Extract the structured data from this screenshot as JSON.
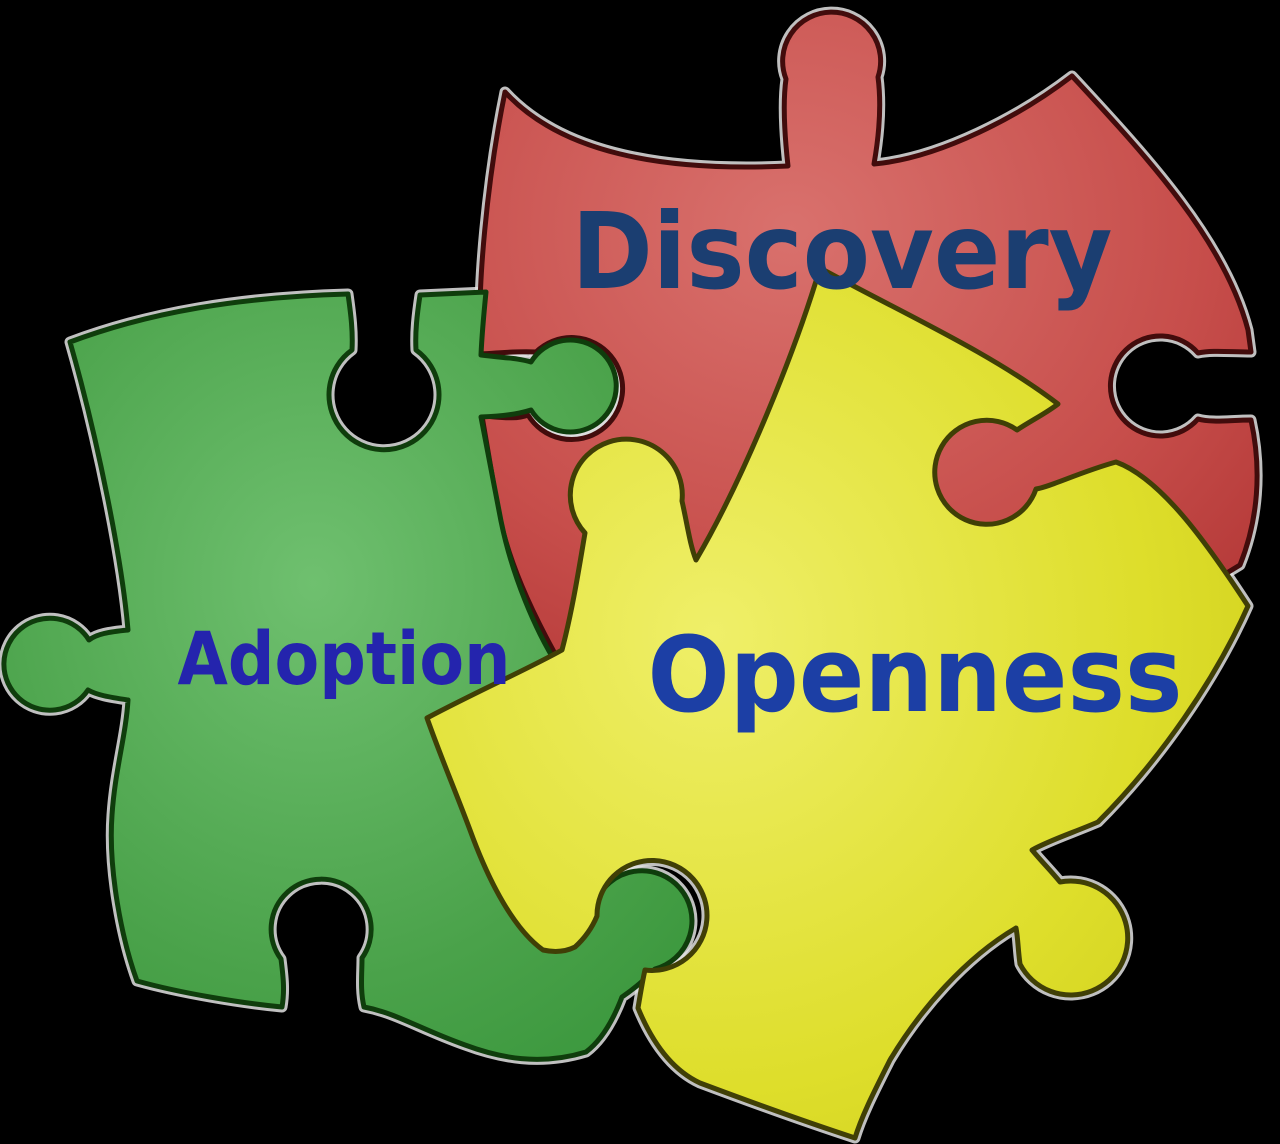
{
  "image": {
    "type": "puzzle-pieces-diagram",
    "background_color": "#000000",
    "description": "Three interlocking jigsaw puzzle pieces labeled Discovery, Adoption and Openness"
  },
  "pieces": [
    {
      "id": "discovery",
      "label": "Discovery",
      "position": "top-right",
      "fill_color": "#c74e4b",
      "outline_color": "#420c0c",
      "text_color": "#1b3e71"
    },
    {
      "id": "adoption",
      "label": "Adoption",
      "position": "left",
      "fill_color": "#4aa24a",
      "outline_color": "#0f3d0c",
      "text_color": "#2424ad"
    },
    {
      "id": "openness",
      "label": "Openness",
      "position": "bottom-right",
      "fill_color": "#dede29",
      "outline_color": "#403f06",
      "text_color": "#1c3fa5"
    }
  ]
}
